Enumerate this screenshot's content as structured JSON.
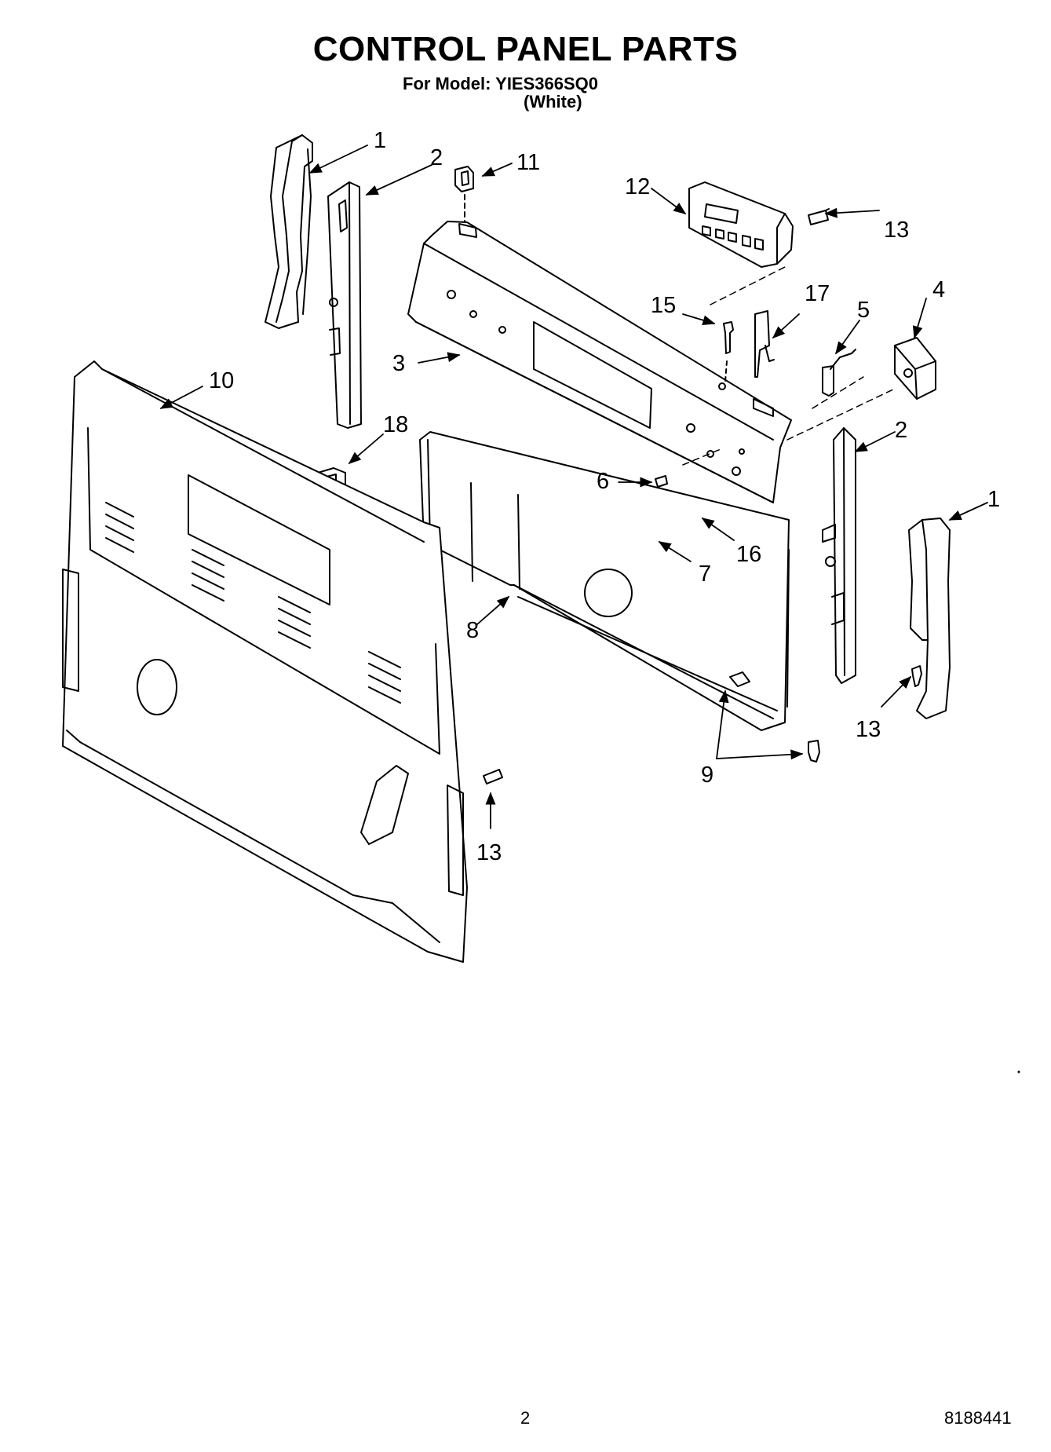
{
  "header": {
    "title": "CONTROL PANEL PARTS",
    "model_line": "For Model: YIES366SQ0",
    "color_line": "(White)"
  },
  "callouts": [
    "1",
    "2",
    "11",
    "12",
    "13",
    "15",
    "17",
    "5",
    "4",
    "3",
    "10",
    "18",
    "2",
    "1",
    "6",
    "16",
    "7",
    "8",
    "13",
    "9",
    "13"
  ],
  "footer": {
    "page_number": "2",
    "doc_number": "8188441"
  }
}
